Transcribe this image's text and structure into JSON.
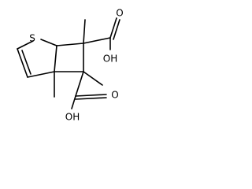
{
  "molecule": {
    "atoms": {
      "sulfur": "S",
      "acid_top": "OH",
      "acid_top_o": "O",
      "acid_bottom": "OH",
      "acid_bottom_o": "O"
    }
  }
}
